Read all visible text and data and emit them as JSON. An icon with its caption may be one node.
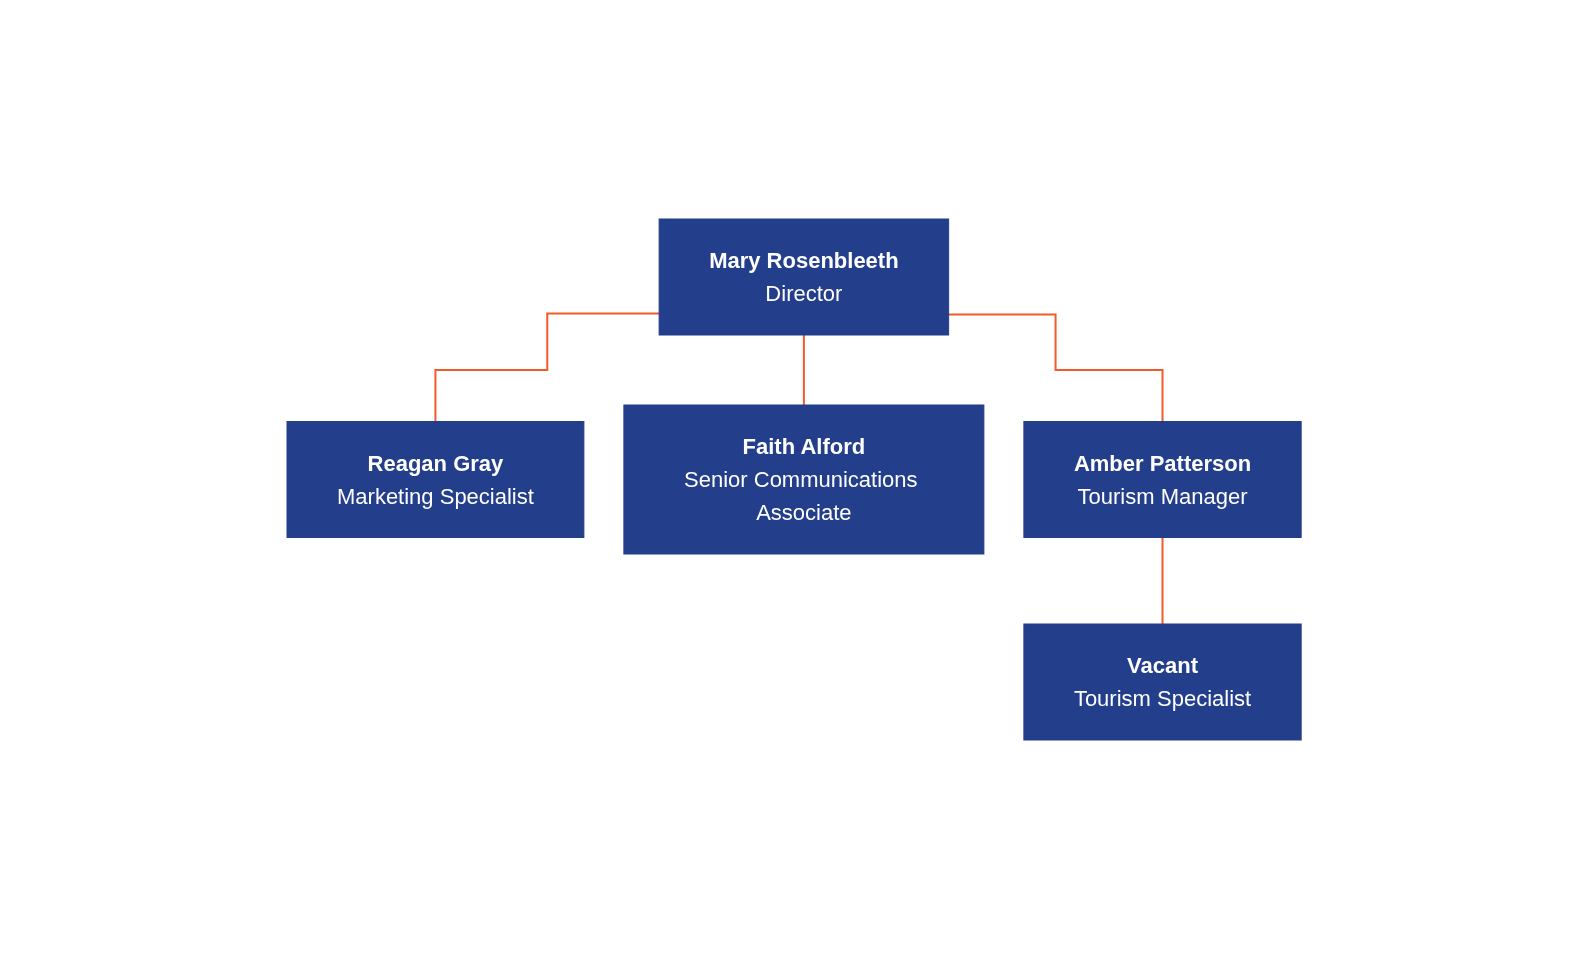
{
  "diagram": {
    "nodes": [
      {
        "text": [
          "Mary Rosenbleeth",
          "Director"
        ]
      },
      {
        "text": [
          "Reagan Gray",
          "Marketing Specialist"
        ]
      },
      {
        "text": [
          "Faith Alford",
          "Senior Communications Associate"
        ]
      },
      {
        "text": [
          "Amber Patterson",
          "Tourism Manager"
        ]
      },
      {
        "text": [
          "Vacant",
          "Tourism Specialist"
        ]
      }
    ],
    "edges": [
      {
        "from": 0,
        "to": 1,
        "arrow": "none"
      },
      {
        "from": 0,
        "to": 2,
        "arrow": "none"
      },
      {
        "from": 0,
        "to": 3,
        "arrow": "none"
      },
      {
        "from": 3,
        "to": 4,
        "arrow": "none"
      }
    ]
  }
}
